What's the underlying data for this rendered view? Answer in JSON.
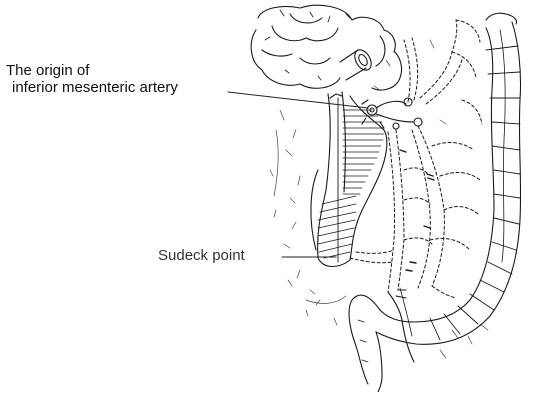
{
  "figure": {
    "annotations": {
      "origin_line1": "The origin of",
      "origin_line2": "inferior mesenteric artery",
      "sudeck": "Sudeck point"
    },
    "colors": {
      "ink": "#1a1a1a",
      "background": "#ffffff"
    }
  }
}
